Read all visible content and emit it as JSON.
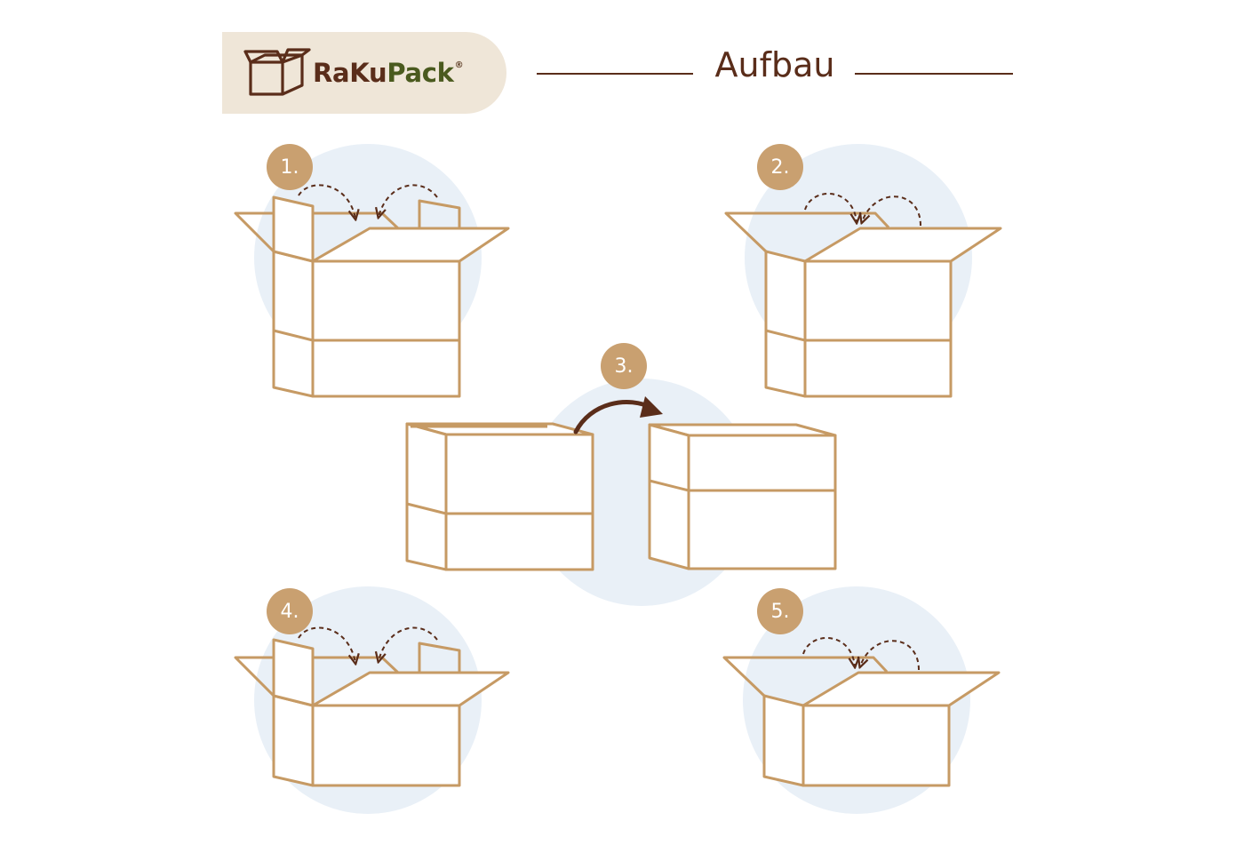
{
  "brand": {
    "name_part1": "RaKu",
    "name_part2": "Pack",
    "registered": "®"
  },
  "header": {
    "title": "Aufbau"
  },
  "steps": [
    {
      "label": "1."
    },
    {
      "label": "2."
    },
    {
      "label": "3."
    },
    {
      "label": "4."
    },
    {
      "label": "5."
    }
  ],
  "colors": {
    "brand_pill": "#efe6d8",
    "brand_dark_brown": "#5a2d1a",
    "brand_green": "#4a5a1e",
    "box_outline": "#c69a64",
    "badge": "#c9a070",
    "circle_bg": "#e9f0f7",
    "arrow": "#5a2d1a"
  },
  "icons": {
    "logo": "open-box-icon",
    "step3_arrow": "curved-arrow-right-icon",
    "fold_arrows": "dashed-curved-arrow-icon"
  }
}
